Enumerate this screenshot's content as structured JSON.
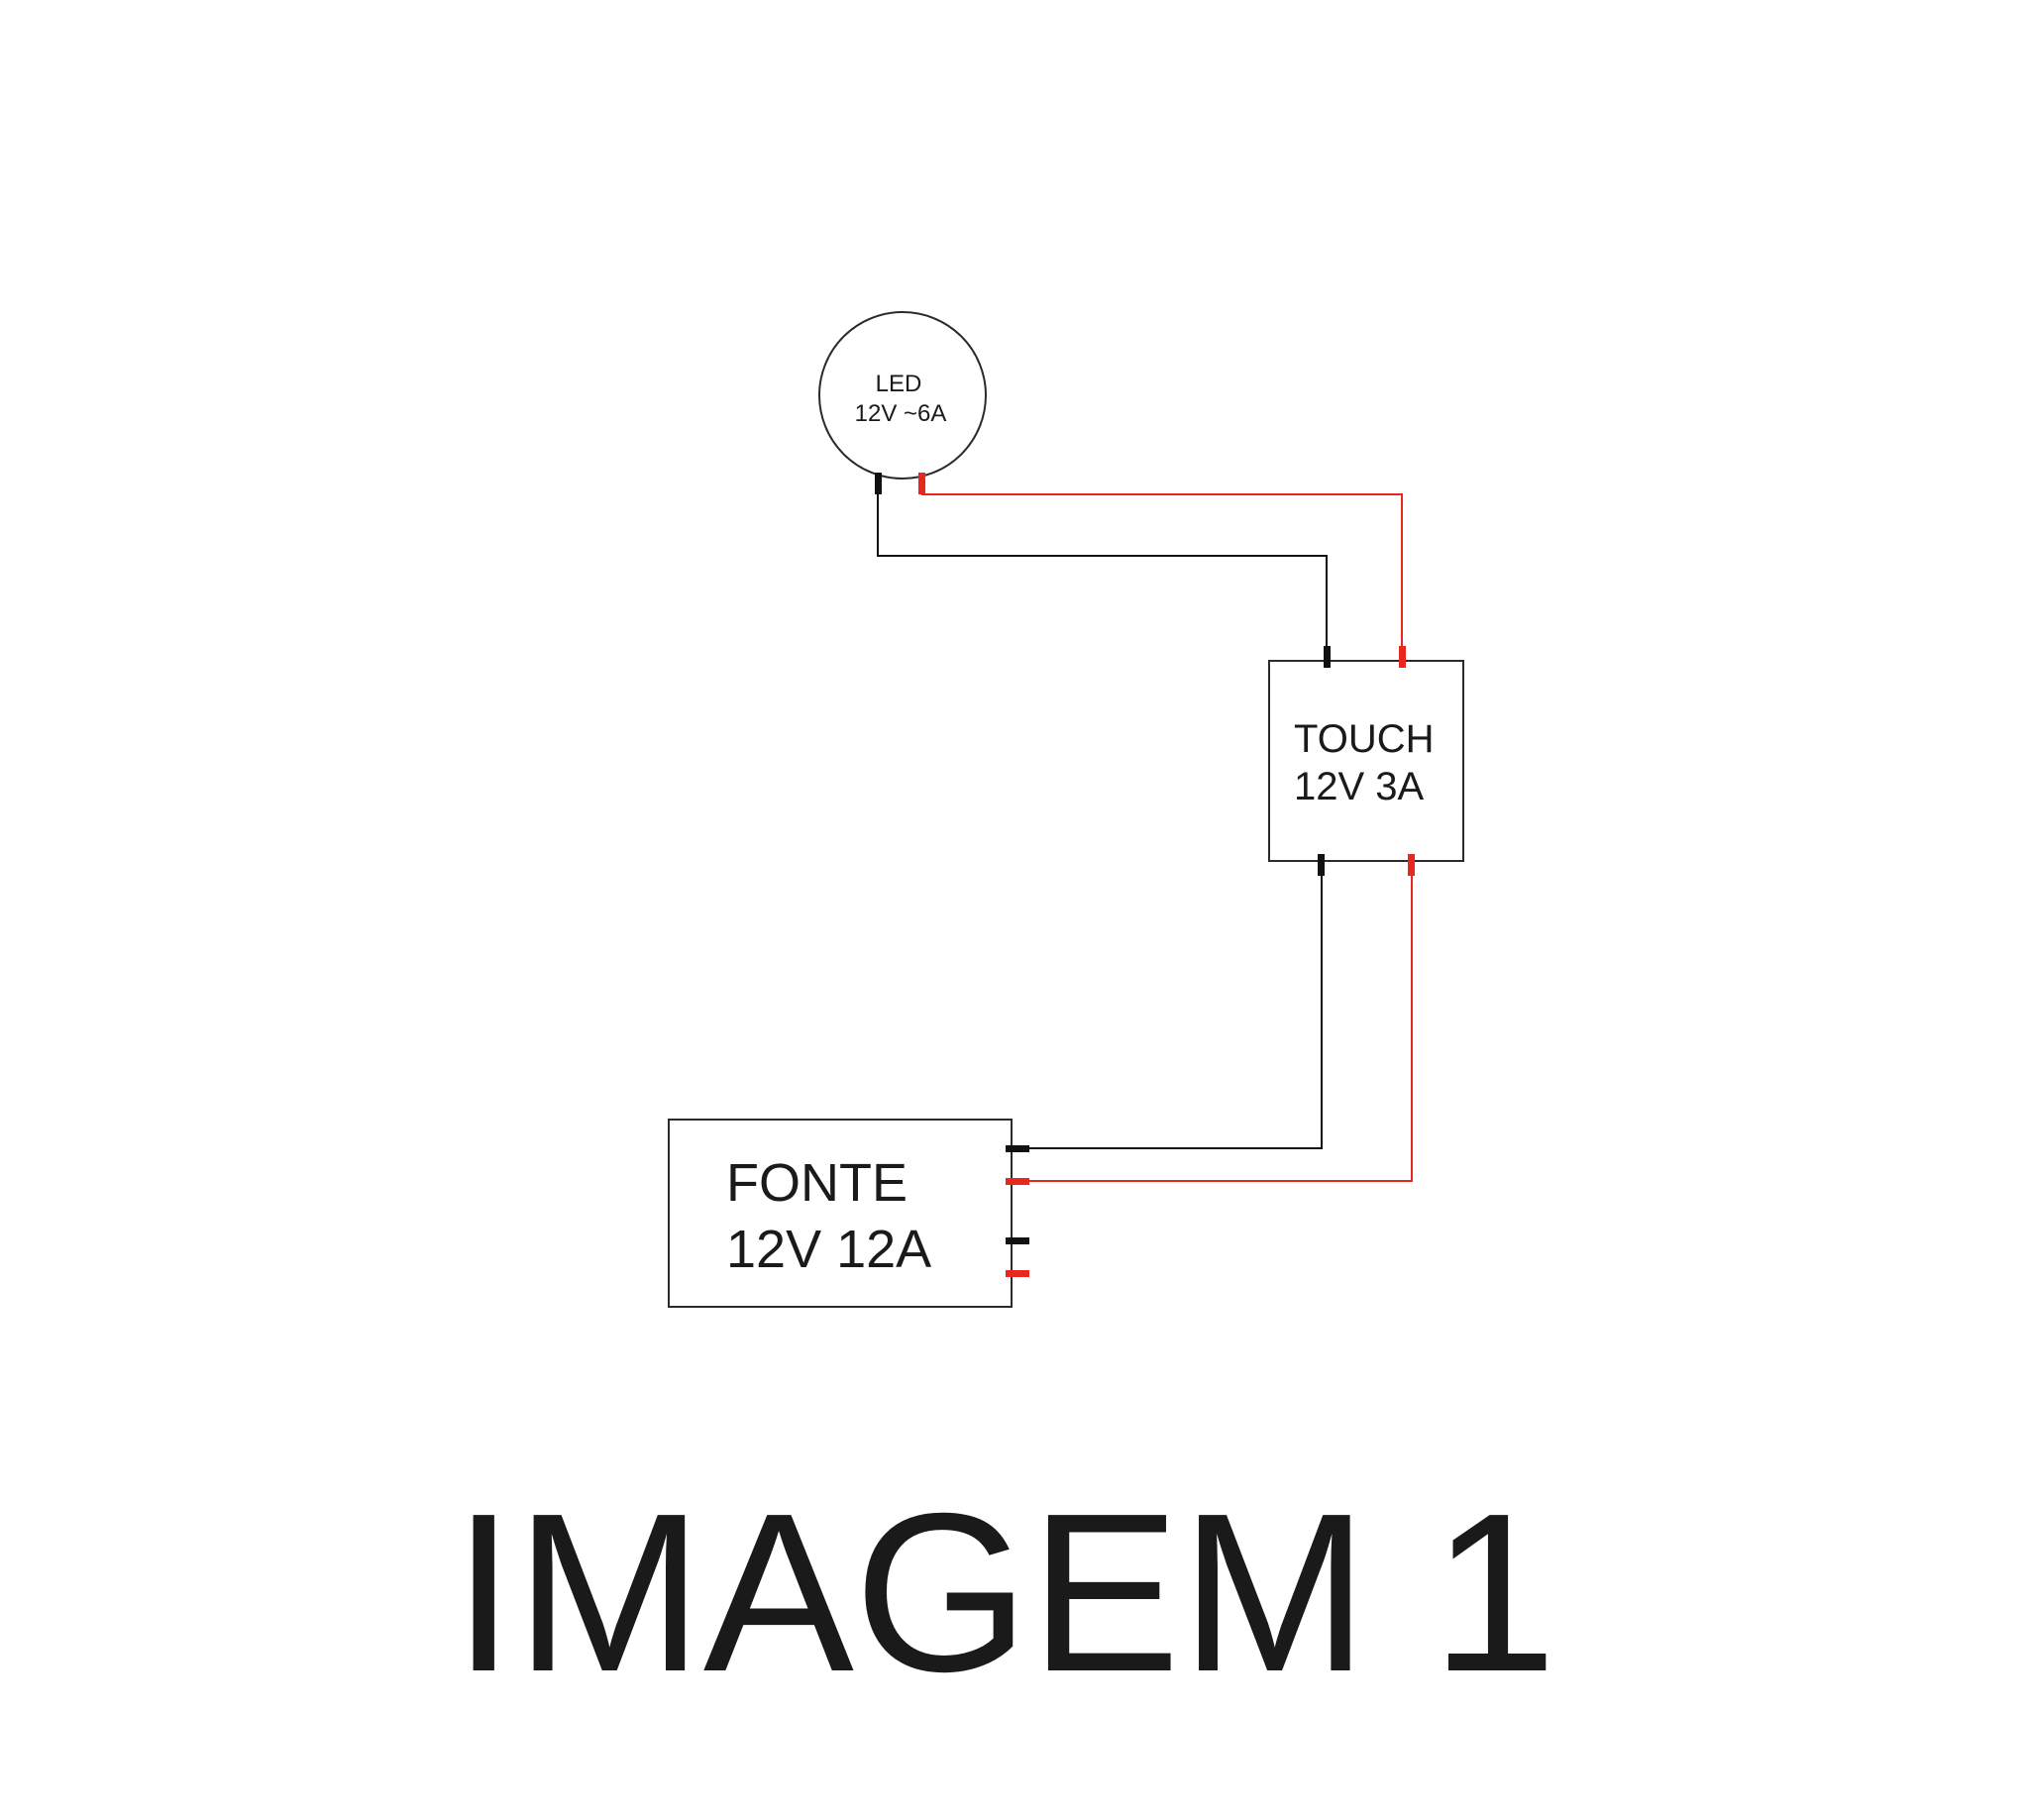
{
  "colors": {
    "negative": "#111111",
    "positive": "#e8281f",
    "outline": "#2b2b2b",
    "text": "#1a1a1a"
  },
  "led": {
    "name": "LED",
    "rating": "12V ~6A"
  },
  "touch": {
    "name": "TOUCH",
    "rating": "12V 3A"
  },
  "fonte": {
    "name": "FONTE",
    "rating": "12V 12A"
  },
  "caption": "IMAGEM 1"
}
